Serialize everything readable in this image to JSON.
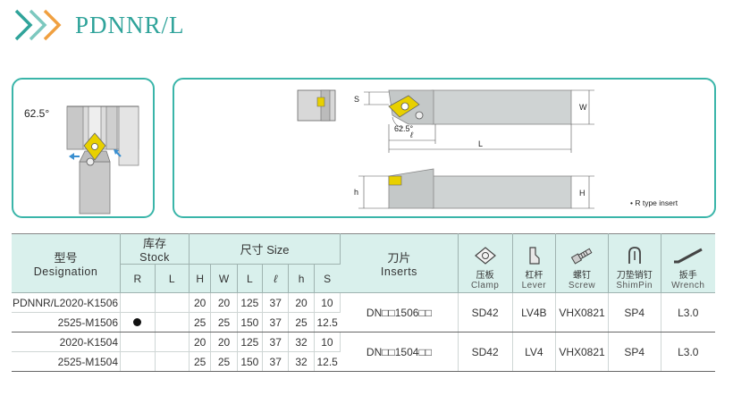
{
  "header": {
    "title": "PDNNR/L",
    "colors": {
      "accent_green": "#2fa39a",
      "accent_orange": "#f0a040"
    }
  },
  "diagram_left": {
    "angle_label": "62.5°"
  },
  "diagram_right": {
    "labels": {
      "s": "S",
      "w": "W",
      "angle": "62.5°",
      "ell": "ℓ",
      "L": "L",
      "h": "h",
      "H": "H",
      "note": "• R type insert"
    }
  },
  "table": {
    "headers": {
      "designation_cn": "型号",
      "designation_en": "Designation",
      "stock_cn": "库存",
      "stock_en": "Stock",
      "size_label": "尺寸 Size",
      "inserts_cn": "刀片",
      "inserts_en": "Inserts",
      "stock_cols": [
        "R",
        "L"
      ],
      "size_cols": [
        "H",
        "W",
        "L",
        "ℓ",
        "h",
        "S"
      ],
      "accessories": [
        {
          "cn": "压板",
          "en": "Clamp",
          "icon": "clamp-icon"
        },
        {
          "cn": "杠杆",
          "en": "Lever",
          "icon": "lever-icon"
        },
        {
          "cn": "螺钉",
          "en": "Screw",
          "icon": "screw-icon"
        },
        {
          "cn": "刀垫销钉",
          "en": "ShimPin",
          "icon": "shim-pin-icon"
        },
        {
          "cn": "扳手",
          "en": "Wrench",
          "icon": "wrench-icon"
        }
      ]
    },
    "groups": [
      {
        "insert": "DN□□1506□□",
        "clamp": "SD42",
        "lever": "LV4B",
        "screw": "VHX0821",
        "shimpin": "SP4",
        "wrench": "L3.0",
        "rows": [
          {
            "designation": "PDNNR/L2020-K1506",
            "stock_r": "",
            "stock_l": "",
            "H": "20",
            "W": "20",
            "L": "125",
            "ell": "37",
            "h": "20",
            "S": "10"
          },
          {
            "designation": "2525-M1506",
            "stock_r": "●",
            "stock_l": "",
            "H": "25",
            "W": "25",
            "L": "150",
            "ell": "37",
            "h": "25",
            "S": "12.5"
          }
        ]
      },
      {
        "insert": "DN□□1504□□",
        "clamp": "SD42",
        "lever": "LV4",
        "screw": "VHX0821",
        "shimpin": "SP4",
        "wrench": "L3.0",
        "rows": [
          {
            "designation": "2020-K1504",
            "stock_r": "",
            "stock_l": "",
            "H": "20",
            "W": "20",
            "L": "125",
            "ell": "37",
            "h": "32",
            "S": "10"
          },
          {
            "designation": "2525-M1504",
            "stock_r": "",
            "stock_l": "",
            "H": "25",
            "W": "25",
            "L": "150",
            "ell": "37",
            "h": "32",
            "S": "12.5"
          }
        ]
      }
    ]
  }
}
